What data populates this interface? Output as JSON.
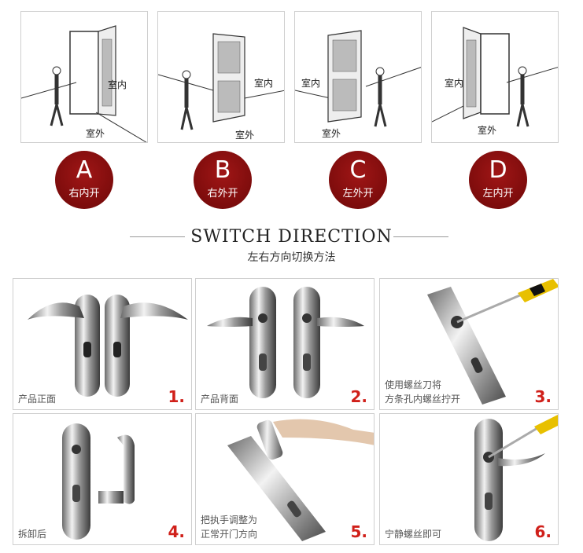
{
  "doors": [
    {
      "letter": "A",
      "label": "右内开",
      "inside": "室内",
      "outside": "室外"
    },
    {
      "letter": "B",
      "label": "右外开",
      "inside": "室内",
      "outside": "室外"
    },
    {
      "letter": "C",
      "label": "左外开",
      "inside": "室内",
      "outside": "室外"
    },
    {
      "letter": "D",
      "label": "左内开",
      "inside": "室内",
      "outside": "室外"
    }
  ],
  "heading": "SWITCH DIRECTION",
  "subheading": "左右方向切换方法",
  "steps": [
    {
      "num": "1.",
      "caption_lines": [
        "产品正面"
      ]
    },
    {
      "num": "2.",
      "caption_lines": [
        "产品背面"
      ]
    },
    {
      "num": "3.",
      "caption_lines": [
        "使用螺丝刀将",
        "方条孔内螺丝拧开"
      ]
    },
    {
      "num": "4.",
      "caption_lines": [
        "拆卸后"
      ]
    },
    {
      "num": "5.",
      "caption_lines": [
        "把执手调整为",
        "正常开门方向"
      ]
    },
    {
      "num": "6.",
      "caption_lines": [
        "宁静螺丝即可"
      ]
    }
  ],
  "colors": {
    "accent": "#8b0f0f",
    "step_number": "#d0201a"
  }
}
